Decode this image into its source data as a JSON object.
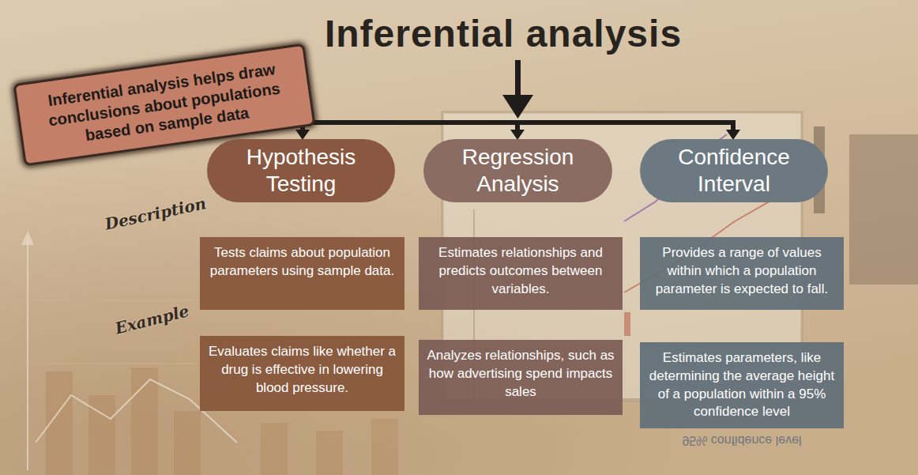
{
  "diagram": {
    "title": "Inferential analysis",
    "nodes": [
      {
        "text": [
          "Inferential analysis helps draw conclusions about populations based on sample data"
        ]
      },
      {
        "text": [
          "Hypothesis Testing"
        ]
      },
      {
        "text": [
          "Regression Analysis"
        ]
      },
      {
        "text": [
          "Confidence Interval"
        ]
      },
      {
        "text": [
          "Tests claims about population parameters using sample data."
        ]
      },
      {
        "text": [
          "Estimates relationships and predicts outcomes between variables."
        ]
      },
      {
        "text": [
          "Provides a range of values within which a population parameter is expected to fall."
        ]
      },
      {
        "text": [
          "Evaluates claims like whether a drug is effective in lowering blood pressure."
        ]
      },
      {
        "text": [
          "Analyzes relationships, such as how advertising spend impacts sales"
        ]
      },
      {
        "text": [
          "Estimates parameters, like determining the average height of a population within a 95% confidence level"
        ]
      }
    ],
    "labels": [
      "Description",
      "Example",
      "95% confidence level"
    ]
  }
}
